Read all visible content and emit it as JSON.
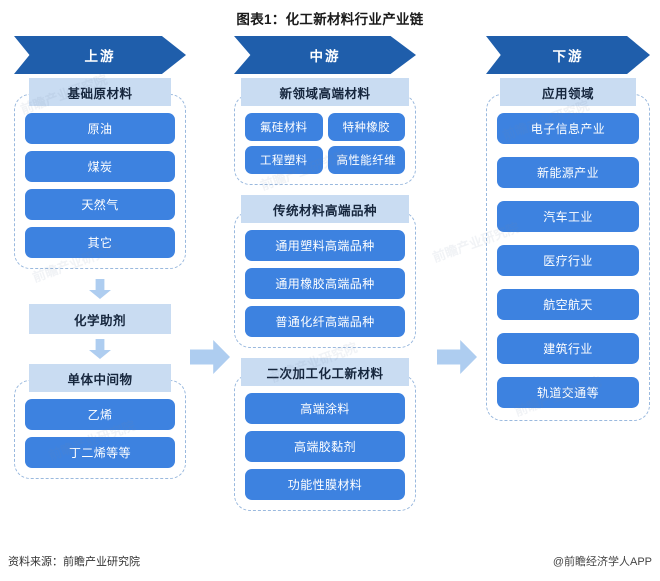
{
  "title": "图表1：化工新材料行业产业链",
  "colors": {
    "chevron": "#1f5eab",
    "item": "#3d82e0",
    "header": "#c9dcf2",
    "arrow": "#aecdf0",
    "dashed_border": "#9ab9de"
  },
  "stages": {
    "upstream": "上游",
    "midstream": "中游",
    "downstream": "下游"
  },
  "upstream": {
    "groups": [
      {
        "header": "基础原材料",
        "items": [
          "原油",
          "煤炭",
          "天然气",
          "其它"
        ]
      },
      {
        "header": "单体中间物",
        "items": [
          "乙烯",
          "丁二烯等等"
        ]
      }
    ],
    "solo_box": "化学助剂"
  },
  "midstream": {
    "groups": [
      {
        "header": "新领域高端材料",
        "layout": "grid2",
        "items": [
          "氟硅材料",
          "特种橡胶",
          "工程塑料",
          "高性能纤维"
        ]
      },
      {
        "header": "传统材料高端品种",
        "layout": "list",
        "items": [
          "通用塑料高端品种",
          "通用橡胶高端品种",
          "普通化纤高端品种"
        ]
      },
      {
        "header": "二次加工化工新材料",
        "layout": "list",
        "items": [
          "高端涂料",
          "高端胶黏剂",
          "功能性膜材料"
        ]
      }
    ]
  },
  "downstream": {
    "groups": [
      {
        "header": "应用领域",
        "items": [
          "电子信息产业",
          "新能源产业",
          "汽车工业",
          "医疗行业",
          "航空航天",
          "建筑行业",
          "轨道交通等"
        ]
      }
    ]
  },
  "footer": {
    "source": "资料来源：前瞻产业研究院",
    "brand": "@前瞻经济学人APP"
  },
  "watermark": "前瞻产业研究院"
}
